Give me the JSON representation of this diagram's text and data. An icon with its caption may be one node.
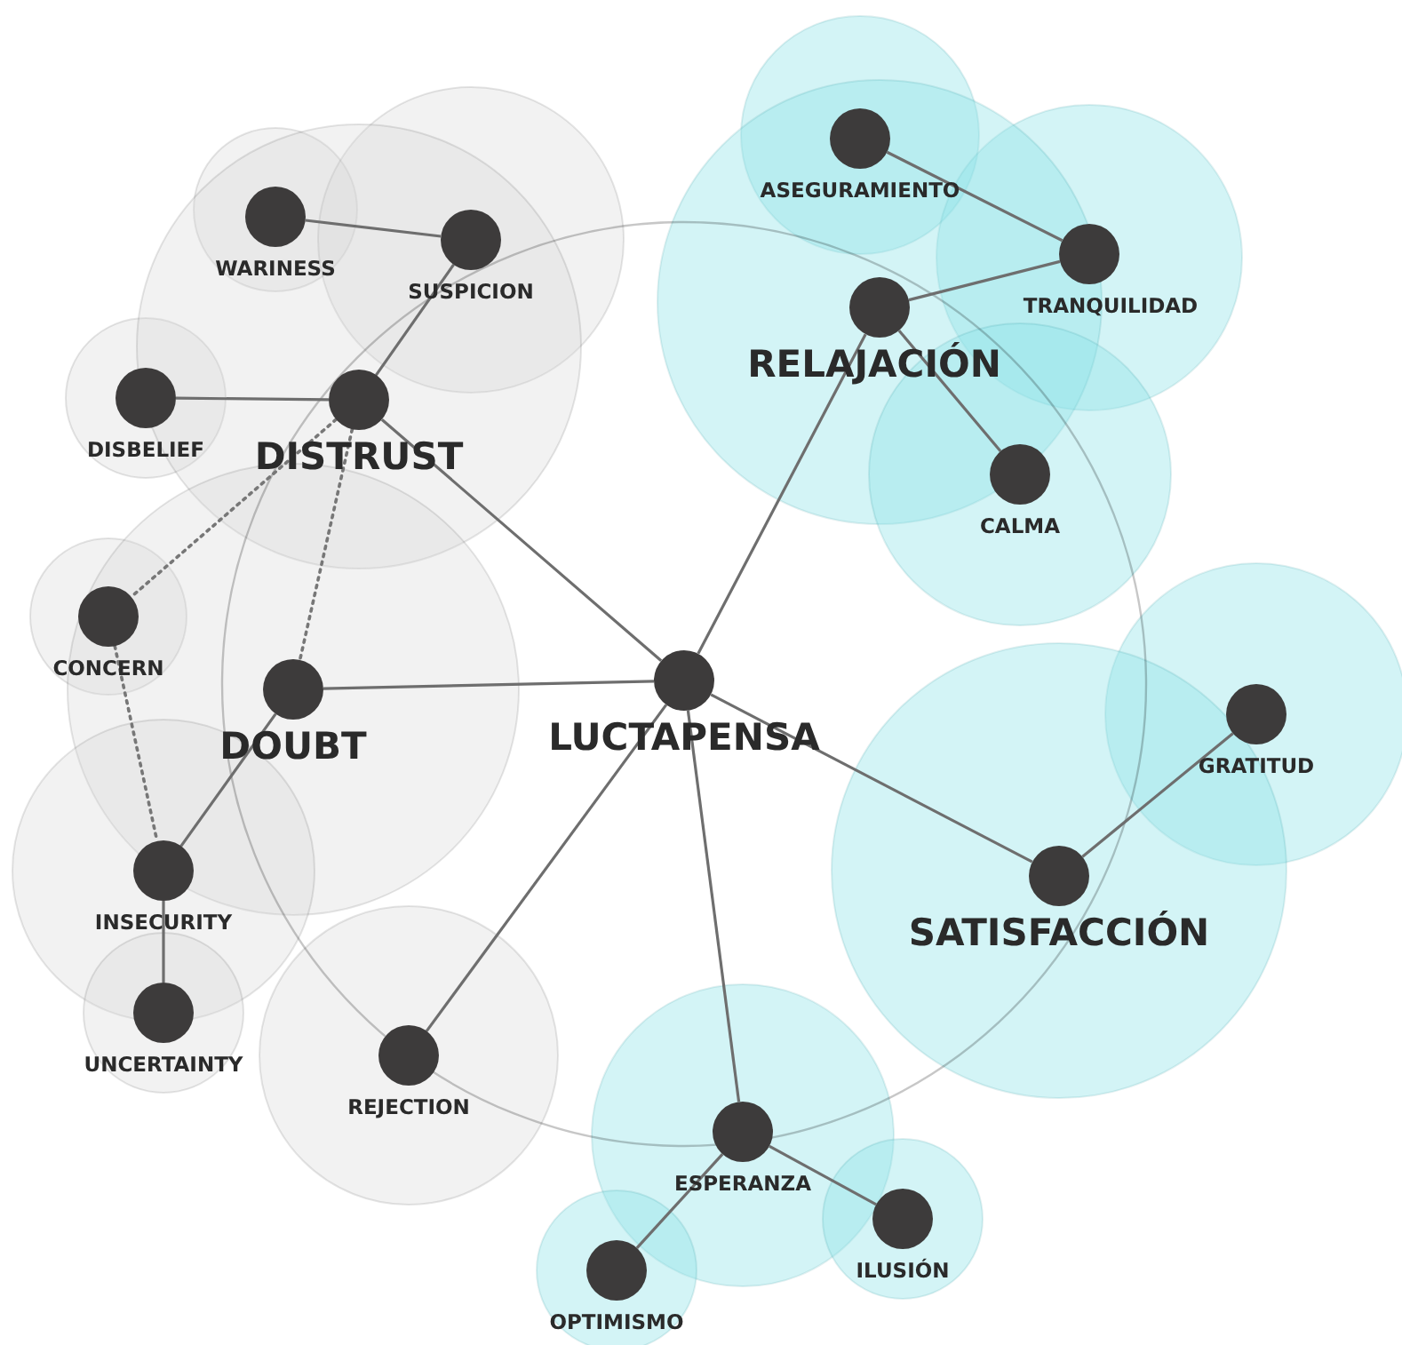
{
  "diagram": {
    "nodes": [
      {
        "text": [
          "ASEGURAMIENTO"
        ]
      },
      {
        "text": [
          "WARINESS"
        ]
      },
      {
        "text": [
          "SUSPICION"
        ]
      },
      {
        "text": [
          "TRANQUILIDAD"
        ]
      },
      {
        "text": [
          "RELAJACIÓN"
        ]
      },
      {
        "text": [
          "DISBELIEF"
        ]
      },
      {
        "text": [
          "DISTRUST"
        ]
      },
      {
        "text": [
          "CALMA"
        ]
      },
      {
        "text": [
          "CONCERN"
        ]
      },
      {
        "text": [
          "DOUBT"
        ]
      },
      {
        "text": [
          "LUCTAPENSA"
        ]
      },
      {
        "text": [
          "GRATITUD"
        ]
      },
      {
        "text": [
          "INSECURITY"
        ]
      },
      {
        "text": [
          "SATISFACCIÓN"
        ]
      },
      {
        "text": [
          "UNCERTAINTY"
        ]
      },
      {
        "text": [
          "REJECTION"
        ]
      },
      {
        "text": [
          "ESPERANZA"
        ]
      },
      {
        "text": [
          "ILUSIÓN"
        ]
      },
      {
        "text": [
          "OPTIMISMO"
        ]
      }
    ],
    "edges": [
      {
        "from": 1,
        "to": 2,
        "arrow": "none"
      },
      {
        "from": 2,
        "to": 6,
        "arrow": "none"
      },
      {
        "from": 5,
        "to": 6,
        "arrow": "none"
      },
      {
        "from": 6,
        "to": 8,
        "arrow": "none",
        "style": "dashed"
      },
      {
        "from": 6,
        "to": 9,
        "arrow": "none",
        "style": "dashed"
      },
      {
        "from": 8,
        "to": 12,
        "arrow": "none",
        "style": "dashed"
      },
      {
        "from": 6,
        "to": 10,
        "arrow": "none"
      },
      {
        "from": 9,
        "to": 10,
        "arrow": "none"
      },
      {
        "from": 9,
        "to": 12,
        "arrow": "none"
      },
      {
        "from": 12,
        "to": 14,
        "arrow": "none"
      },
      {
        "from": 10,
        "to": 15,
        "arrow": "none"
      },
      {
        "from": 10,
        "to": 4,
        "arrow": "none"
      },
      {
        "from": 0,
        "to": 3,
        "arrow": "none"
      },
      {
        "from": 4,
        "to": 3,
        "arrow": "none"
      },
      {
        "from": 4,
        "to": 7,
        "arrow": "none"
      },
      {
        "from": 10,
        "to": 13,
        "arrow": "none"
      },
      {
        "from": 13,
        "to": 11,
        "arrow": "none"
      },
      {
        "from": 10,
        "to": 16,
        "arrow": "none"
      },
      {
        "from": 16,
        "to": 18,
        "arrow": "none"
      },
      {
        "from": 16,
        "to": 17,
        "arrow": "none"
      }
    ]
  }
}
